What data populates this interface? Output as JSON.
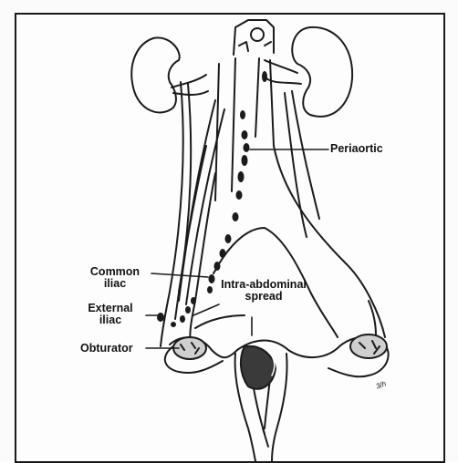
{
  "labels": {
    "periaortic": "Periaortic",
    "common_iliac": [
      "Common",
      "iliac"
    ],
    "external_iliac": [
      "External",
      "iliac"
    ],
    "obturator": "Obturator",
    "intra_abdominal": [
      "Intra-abdominal",
      "spread"
    ]
  },
  "signature": "3/h"
}
